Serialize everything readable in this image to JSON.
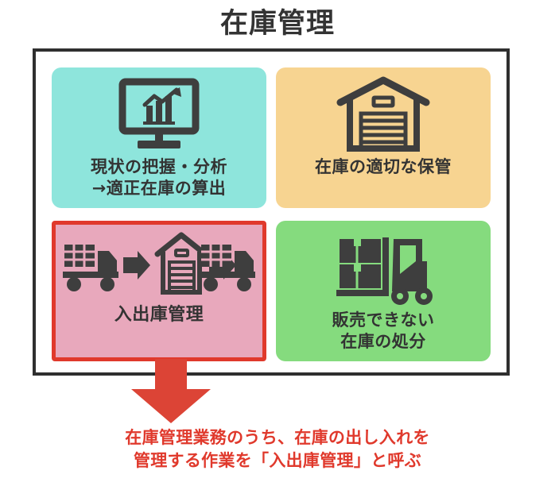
{
  "title": "在庫管理",
  "colors": {
    "card_teal": "#8EE5DC",
    "card_orange": "#F7D491",
    "card_pink": "#E8A8BC",
    "card_green": "#85DB7E",
    "highlight_border": "#E0392C",
    "arrow_red": "#DC4436",
    "caption_red": "#E0392C",
    "frame_border": "#2F2F2F",
    "icon_dark": "#3E3E3E",
    "text_dark": "#333333"
  },
  "cards": [
    {
      "id": "current-status-analysis",
      "label": "現状の把握・分析\n→適正在庫の算出",
      "background": "#8EE5DC",
      "icon": "monitor-chart-icon",
      "highlighted": false
    },
    {
      "id": "proper-storage",
      "label": "在庫の適切な保管",
      "background": "#F7D491",
      "icon": "warehouse-icon",
      "highlighted": false
    },
    {
      "id": "inbound-outbound-management",
      "label": "入出庫管理",
      "background": "#E8A8BC",
      "icon": "truck-warehouse-truck-icon",
      "highlighted": true
    },
    {
      "id": "disposal-unsellable",
      "label": "販売できない\n在庫の処分",
      "background": "#85DB7E",
      "icon": "forklift-icon",
      "highlighted": false
    }
  ],
  "arrow": {
    "name": "down-arrow-icon",
    "color": "#DC4436"
  },
  "caption": "在庫管理業務のうち、在庫の出し入れを\n管理する作業を「入出庫管理」と呼ぶ"
}
